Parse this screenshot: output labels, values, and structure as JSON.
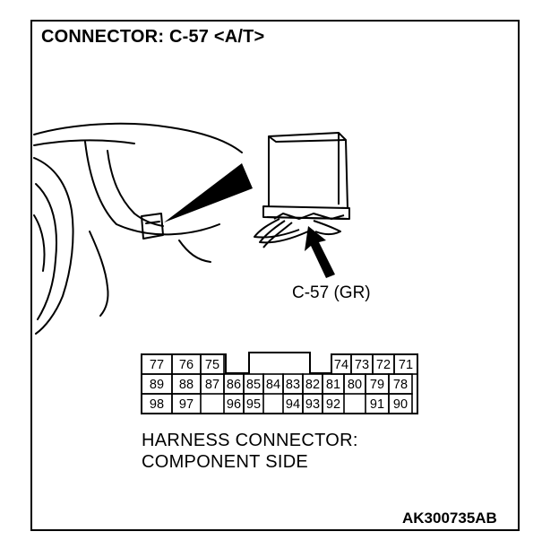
{
  "header": {
    "title": "CONNECTOR: C-57 <A/T>"
  },
  "connector": {
    "label": "C-57 (GR)"
  },
  "caption": {
    "line1": "HARNESS CONNECTOR:",
    "line2": "COMPONENT SIDE"
  },
  "footer": {
    "reference": "AK300735AB"
  },
  "pins": {
    "row1_left": [
      "77",
      "76",
      "75"
    ],
    "row1_right": [
      "74",
      "73",
      "72",
      "71"
    ],
    "row2": [
      "89",
      "88",
      "87",
      "86",
      "85",
      "84",
      "83",
      "82",
      "81",
      "80",
      "79",
      "78"
    ],
    "row3": [
      "98",
      "97",
      "",
      "96",
      "95",
      "",
      "94",
      "93",
      "92",
      "",
      "91",
      "90"
    ]
  }
}
